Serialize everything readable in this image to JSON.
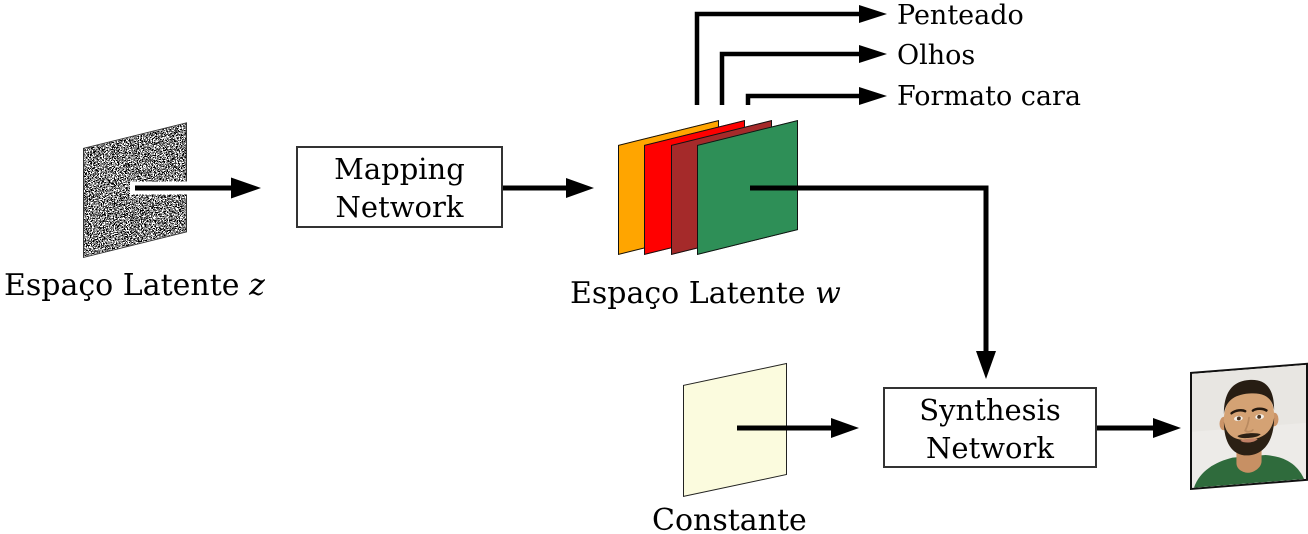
{
  "diagram": {
    "background": "#FFFFFF",
    "arrow_color": "#000000",
    "latent_z": {
      "label": "Espaço Latente",
      "symbol": "z",
      "image": "random-noise"
    },
    "mapping_box": {
      "line1": "Mapping",
      "line2": "Network"
    },
    "latent_w": {
      "label": "Espaço Latente",
      "symbol": "w",
      "layers": [
        {
          "name": "orange",
          "color": "#FFA500"
        },
        {
          "name": "red",
          "color": "#FF0000"
        },
        {
          "name": "dark-red",
          "color": "#A52A2A"
        },
        {
          "name": "green",
          "color": "#2E8F57"
        }
      ]
    },
    "features": [
      {
        "label": "Penteado"
      },
      {
        "label": "Olhos"
      },
      {
        "label": "Formato cara"
      }
    ],
    "constant": {
      "label": "Constante",
      "color": "#FBFBDE"
    },
    "synthesis_box": {
      "line1": "Synthesis",
      "line2": "Network"
    },
    "output_image": "generated-face-portrait"
  }
}
